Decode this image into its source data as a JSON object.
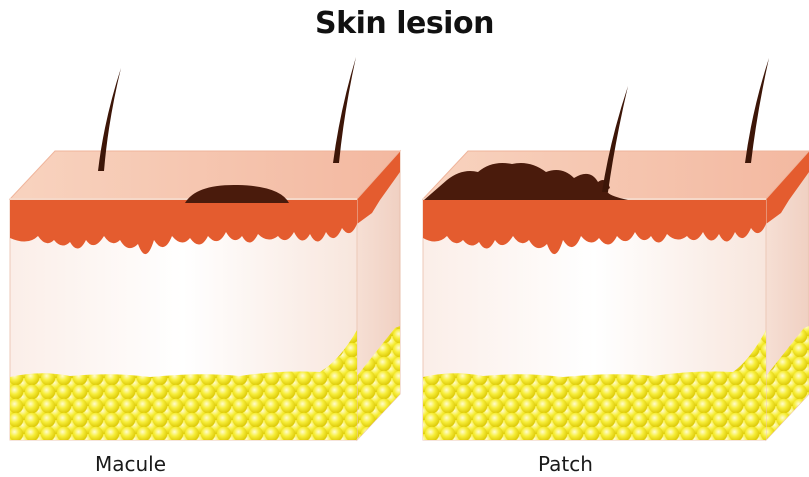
{
  "title": "Skin lesion",
  "panels": [
    {
      "label": "Macule",
      "lesion_type": "macule"
    },
    {
      "label": "Patch",
      "lesion_type": "patch"
    }
  ],
  "colors": {
    "skin_surface": "#f7cbb4",
    "epidermis": "#e45c2f",
    "dermis": "#fbeee8",
    "side_face": "#f4dcd0",
    "fat": "#f3e81e",
    "pigment": "#4a1b0c",
    "hair": "#3d1608"
  }
}
